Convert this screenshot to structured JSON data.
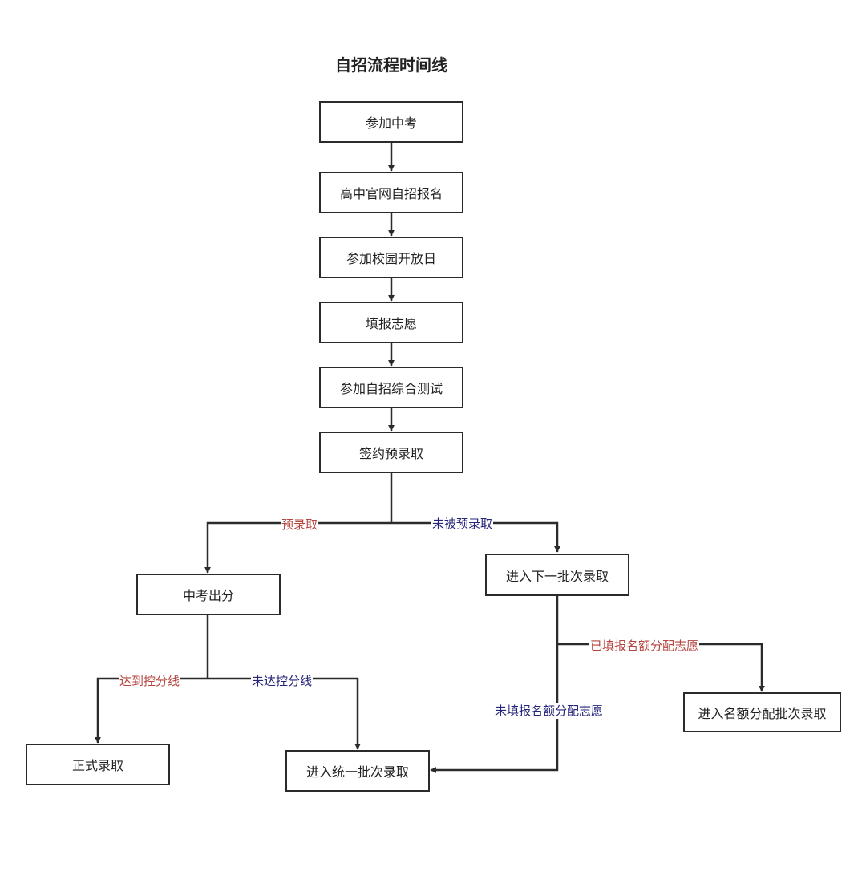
{
  "title": "自招流程时间线",
  "nodes": {
    "attend_exam": "参加中考",
    "register": "高中官网自招报名",
    "open_day": "参加校园开放日",
    "fill_preferences": "填报志愿",
    "comprehensive_test": "参加自招综合测试",
    "pre_admission_contract": "签约预录取",
    "exam_scores": "中考出分",
    "next_batch": "进入下一批次录取",
    "formal_admission": "正式录取",
    "unified_batch": "进入统一批次录取",
    "quota_batch": "进入名额分配批次录取"
  },
  "edge_labels": {
    "pre_admitted": "预录取",
    "not_pre_admitted": "未被预录取",
    "reached_cutoff": "达到控分线",
    "below_cutoff": "未达控分线",
    "quota_filled": "已填报名额分配志愿",
    "quota_not_filled": "未填报名额分配志愿"
  },
  "colors": {
    "node_border": "#2b2b2b",
    "connector": "#2b2b2b",
    "label_positive": "#b5453f",
    "label_negative": "#24247a"
  }
}
